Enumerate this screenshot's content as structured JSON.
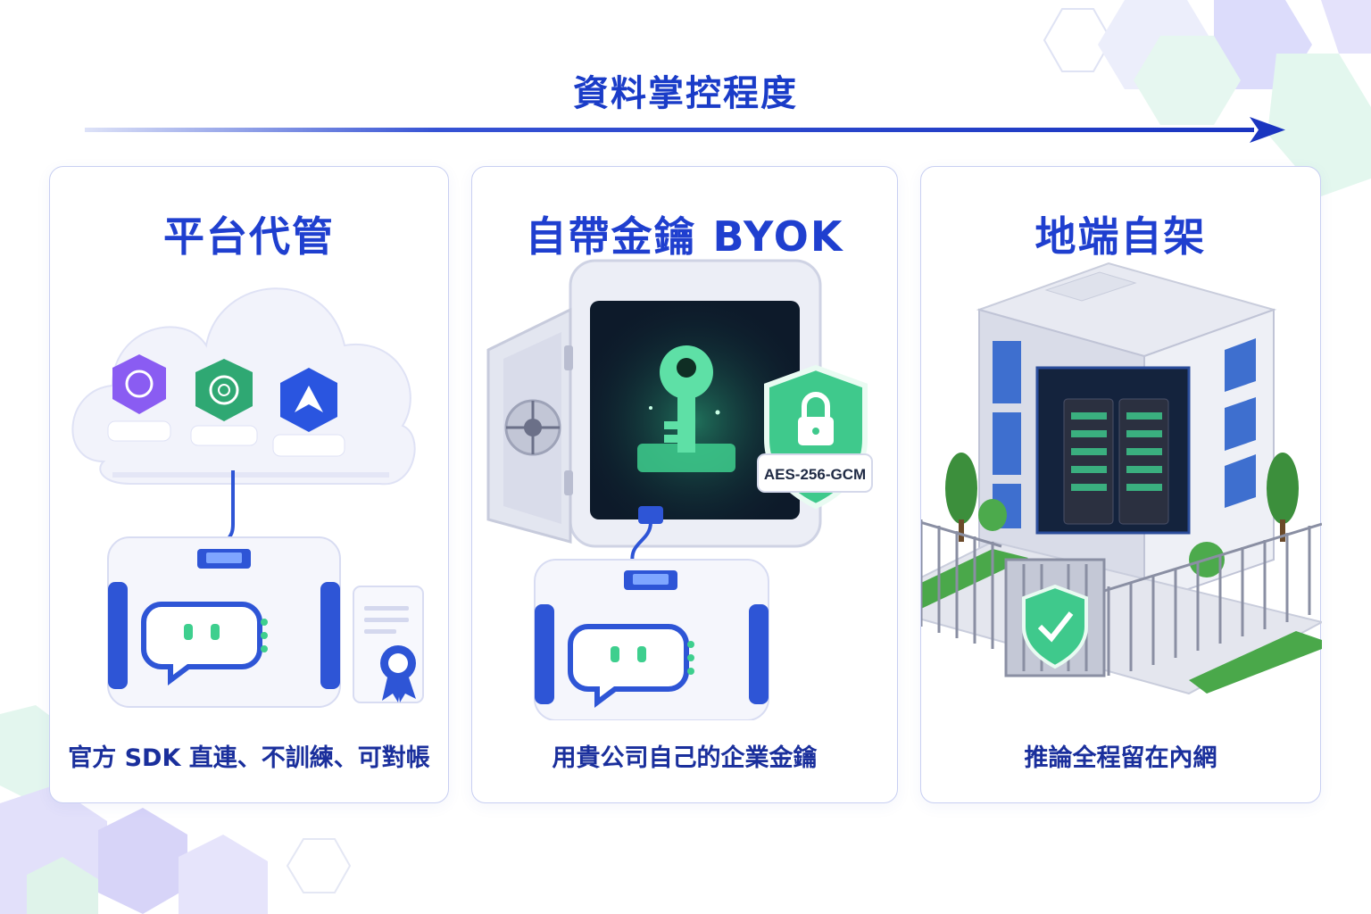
{
  "header": {
    "title": "資料掌控程度"
  },
  "panels": [
    {
      "title": "平台代管",
      "caption": "官方 SDK 直連、不訓練、可對帳"
    },
    {
      "title": "自帶金鑰 BYOK",
      "caption": "用貴公司自己的企業金鑰",
      "badge": "AES-256-GCM"
    },
    {
      "title": "地端自架",
      "caption": "推論全程留在內網"
    }
  ],
  "colors": {
    "accent": "#1f3fcf",
    "green": "#3ecf8e",
    "panel_border": "#c8cff2"
  },
  "icons": [
    "cloud-icon",
    "server-icon",
    "certificate-icon",
    "safe-icon",
    "key-icon",
    "shield-lock-icon",
    "building-icon",
    "server-rack-icon",
    "shield-check-icon"
  ]
}
